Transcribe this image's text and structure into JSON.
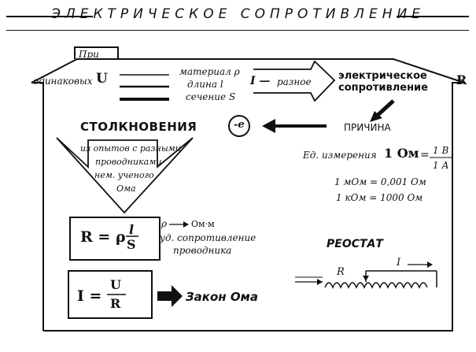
{
  "title": "ЭЛЕКТРИЧЕСКОЕ   СОПРОТИВЛЕНИЕ",
  "condition": {
    "tab": "При",
    "prefix": "одинаковых",
    "u_symbol": "U",
    "lines": [
      "материал ρ",
      "длина l",
      "сечение S"
    ],
    "i_label": "I —",
    "differ": "разное"
  },
  "resistance": {
    "line1": "электрическое",
    "line2": "сопротивление",
    "symbol": "R"
  },
  "collisions": {
    "label": "СТОЛКНОВЕНИЯ",
    "electron": "-e"
  },
  "cause": "ПРИЧИНА",
  "experiments": [
    "из опытов с разными",
    "проводниками",
    "нем. ученого",
    "Ома"
  ],
  "unit": {
    "label": "Ед. измерения",
    "main": "1 Ом",
    "eq": "=",
    "num": "1 В",
    "den": "1 А",
    "milli": "1 мОм = 0,001 Ом",
    "kilo": "1 кОм = 1000  Ом"
  },
  "formula_r": {
    "left": "R = ρ",
    "num": "l",
    "den": "S"
  },
  "rho": {
    "symbol": "ρ",
    "unit": "Ом·м",
    "desc1": "уд. сопротивление",
    "desc2": "проводника"
  },
  "ohm": {
    "left": "I =",
    "num": "U",
    "den": "R",
    "law": "Закон Ома"
  },
  "rheostat": {
    "title": "РЕОСТАТ",
    "r": "R",
    "i": "I"
  }
}
